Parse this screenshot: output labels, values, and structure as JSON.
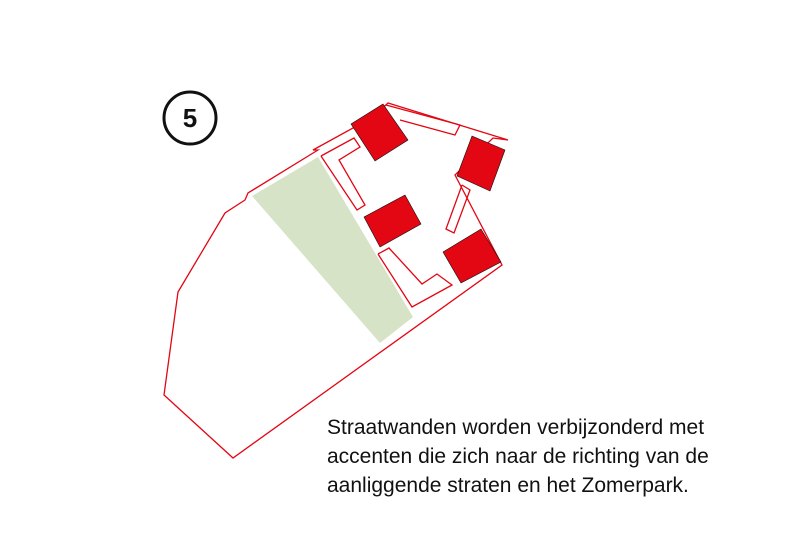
{
  "badge": {
    "number": "5"
  },
  "caption": {
    "lines": [
      "Straatwanden worden verbijzonderd met",
      "accenten die zich naar de richting van de",
      "aanliggende straten en het Zomerpark."
    ]
  },
  "colors": {
    "accent": "#e30613",
    "park": "#d6e3c7",
    "outline": "#e30613",
    "text": "#111111"
  }
}
